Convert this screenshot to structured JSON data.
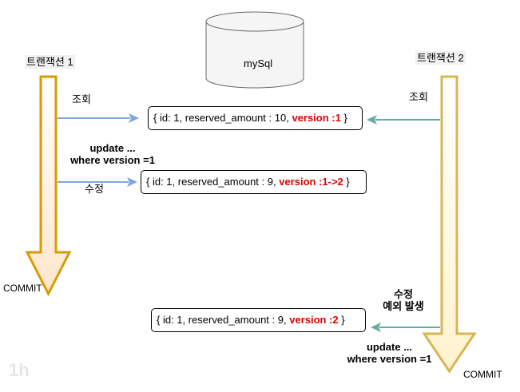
{
  "db": {
    "label": "mySql"
  },
  "transaction1": {
    "label": "트랜잭션 1",
    "read_label": "조회",
    "update_query": [
      "update ...",
      "where version =1"
    ],
    "update_label": "수정",
    "commit_label": "COMMIT"
  },
  "transaction2": {
    "label": "트랜잭션 2",
    "read_label": "조회",
    "update_label": "수정",
    "error_label": "예외 발생",
    "update_query": [
      "update ...",
      "where version =1"
    ],
    "commit_label": "COMMIT"
  },
  "records": [
    {
      "text": "{ id: 1, reserved_amount : 10, ",
      "version": "version :1",
      "close": " }"
    },
    {
      "text": "{ id: 1, reserved_amount : 9, ",
      "version": "version :1->2",
      "close": " }"
    },
    {
      "text": "{ id: 1, reserved_amount : 9, ",
      "version": "version :2",
      "close": " }"
    }
  ],
  "watermark": "1h",
  "colors": {
    "tx1_bar_stroke": "#d79b00",
    "tx1_bar_fill": "#ffe6cc",
    "tx2_bar_stroke": "#d6b656",
    "tx2_bar_fill": "#fff2cc",
    "blue_arrow": "#7ea6e0",
    "green_arrow": "#67ab9f",
    "version_red": "#e00000"
  }
}
